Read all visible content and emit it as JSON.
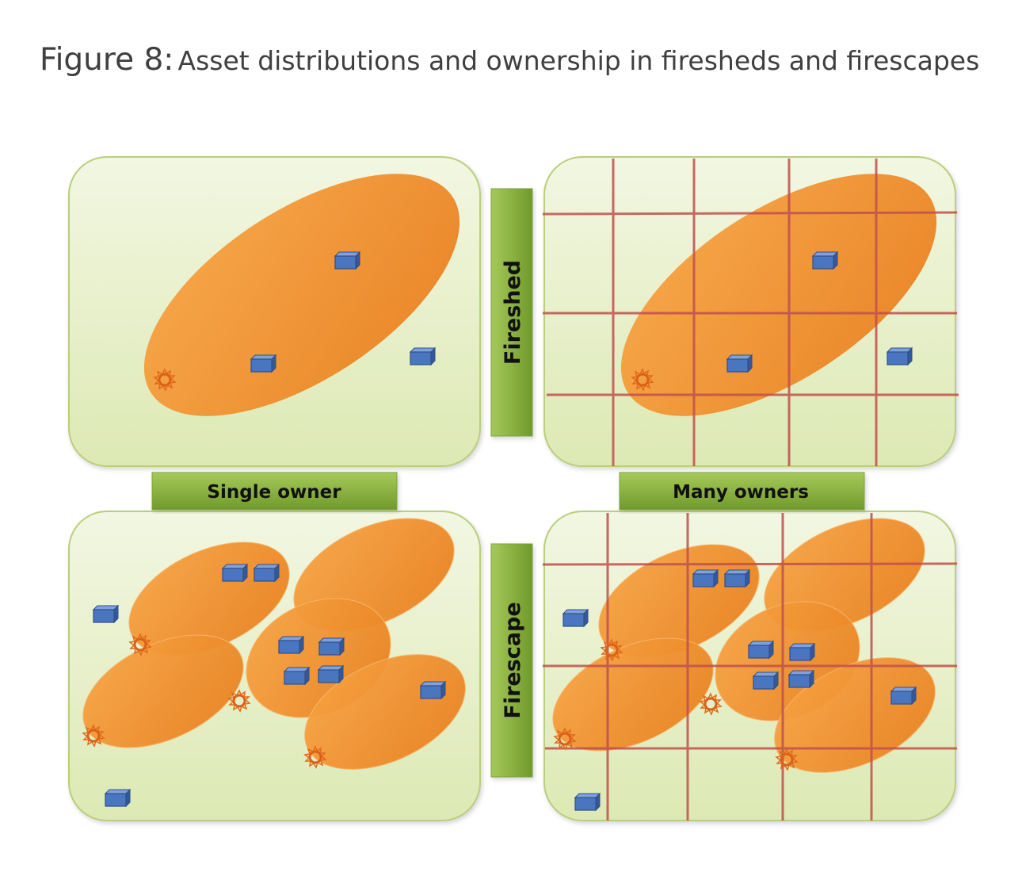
{
  "title": {
    "figure_label": "Figure 8:",
    "caption": "Asset distributions and ownership in firesheds and firescapes"
  },
  "labels": {
    "fireshed": "Fireshed",
    "firescape": "Firescape",
    "single_owner": "Single owner",
    "many_owners": "Many owners"
  },
  "colors": {
    "panel_fill": "#eef5d6",
    "panel_stroke": "#b9cf7a",
    "ellipse_fill": "#f39431",
    "asset_fill": "#4a76c0",
    "grid_line": "#c0504d",
    "bar_green": "#8cb43c",
    "ignition": "#e06b1a"
  },
  "icons": {
    "asset": "blue-box-icon",
    "ignition": "ignition-point-icon"
  }
}
